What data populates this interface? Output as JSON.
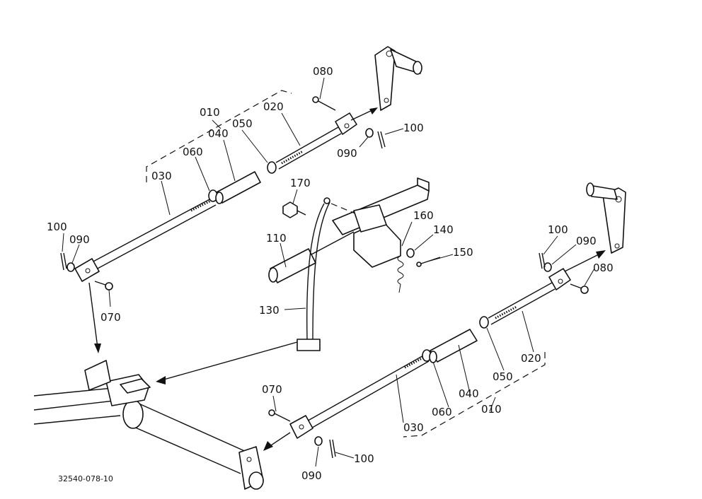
{
  "diagram": {
    "drawing_number": "32540-078-10",
    "labels": {
      "l010_top": "010",
      "l020_top": "020",
      "l030_top": "030",
      "l040_top": "040",
      "l050_top": "050",
      "l060_top": "060",
      "l070_top": "070",
      "l080_top": "080",
      "l090_top_left": "090",
      "l090_top_right": "090",
      "l100_top_left": "100",
      "l100_top_right": "100",
      "l110": "110",
      "l130": "130",
      "l140": "140",
      "l150": "150",
      "l160": "160",
      "l170": "170",
      "l010_bot": "010",
      "l020_bot": "020",
      "l030_bot": "030",
      "l040_bot": "040",
      "l050_bot": "050",
      "l060_bot": "060",
      "l070_bot": "070",
      "l080_bot": "080",
      "l090_bot_left": "090",
      "l090_bot_right": "090",
      "l100_bot_left": "100",
      "l100_bot_right": "100"
    }
  }
}
